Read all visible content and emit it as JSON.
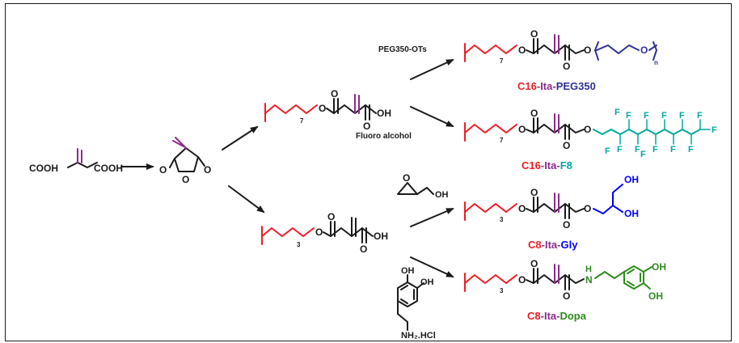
{
  "colors": {
    "alkyl": "#ee1c24",
    "ita": "#8b2a8b",
    "peg": "#2e3192",
    "fluoro": "#00a99d",
    "gly": "#0000ff",
    "dopa": "#2e8b1e",
    "bond": "#1a1a1a"
  },
  "start": {
    "cooh_left": "COOH",
    "cooh_right": "COOH"
  },
  "atoms": {
    "O": "O",
    "OH": "OH",
    "N_H": "H",
    "N": "N",
    "F": "F",
    "n": "n",
    "seven": "7",
    "three": "3"
  },
  "reagents": {
    "peg": "PEG350-OTs",
    "fluoro": "Fluoro alcohol",
    "glycidol_oh": "OH",
    "dopamine_oh1": "OH",
    "dopamine_oh2": "OH",
    "dopamine_amine": "NH₂.HCl"
  },
  "products": [
    {
      "alkyl": "C16",
      "ita": "-Ita-",
      "tail": "PEG350"
    },
    {
      "alkyl": "C16",
      "ita": "-Ita-",
      "tail": "F8"
    },
    {
      "alkyl": "C8",
      "ita": "-Ita-",
      "tail": "Gly"
    },
    {
      "alkyl": "C8",
      "ita": "-Ita-",
      "tail": "Dopa"
    }
  ]
}
